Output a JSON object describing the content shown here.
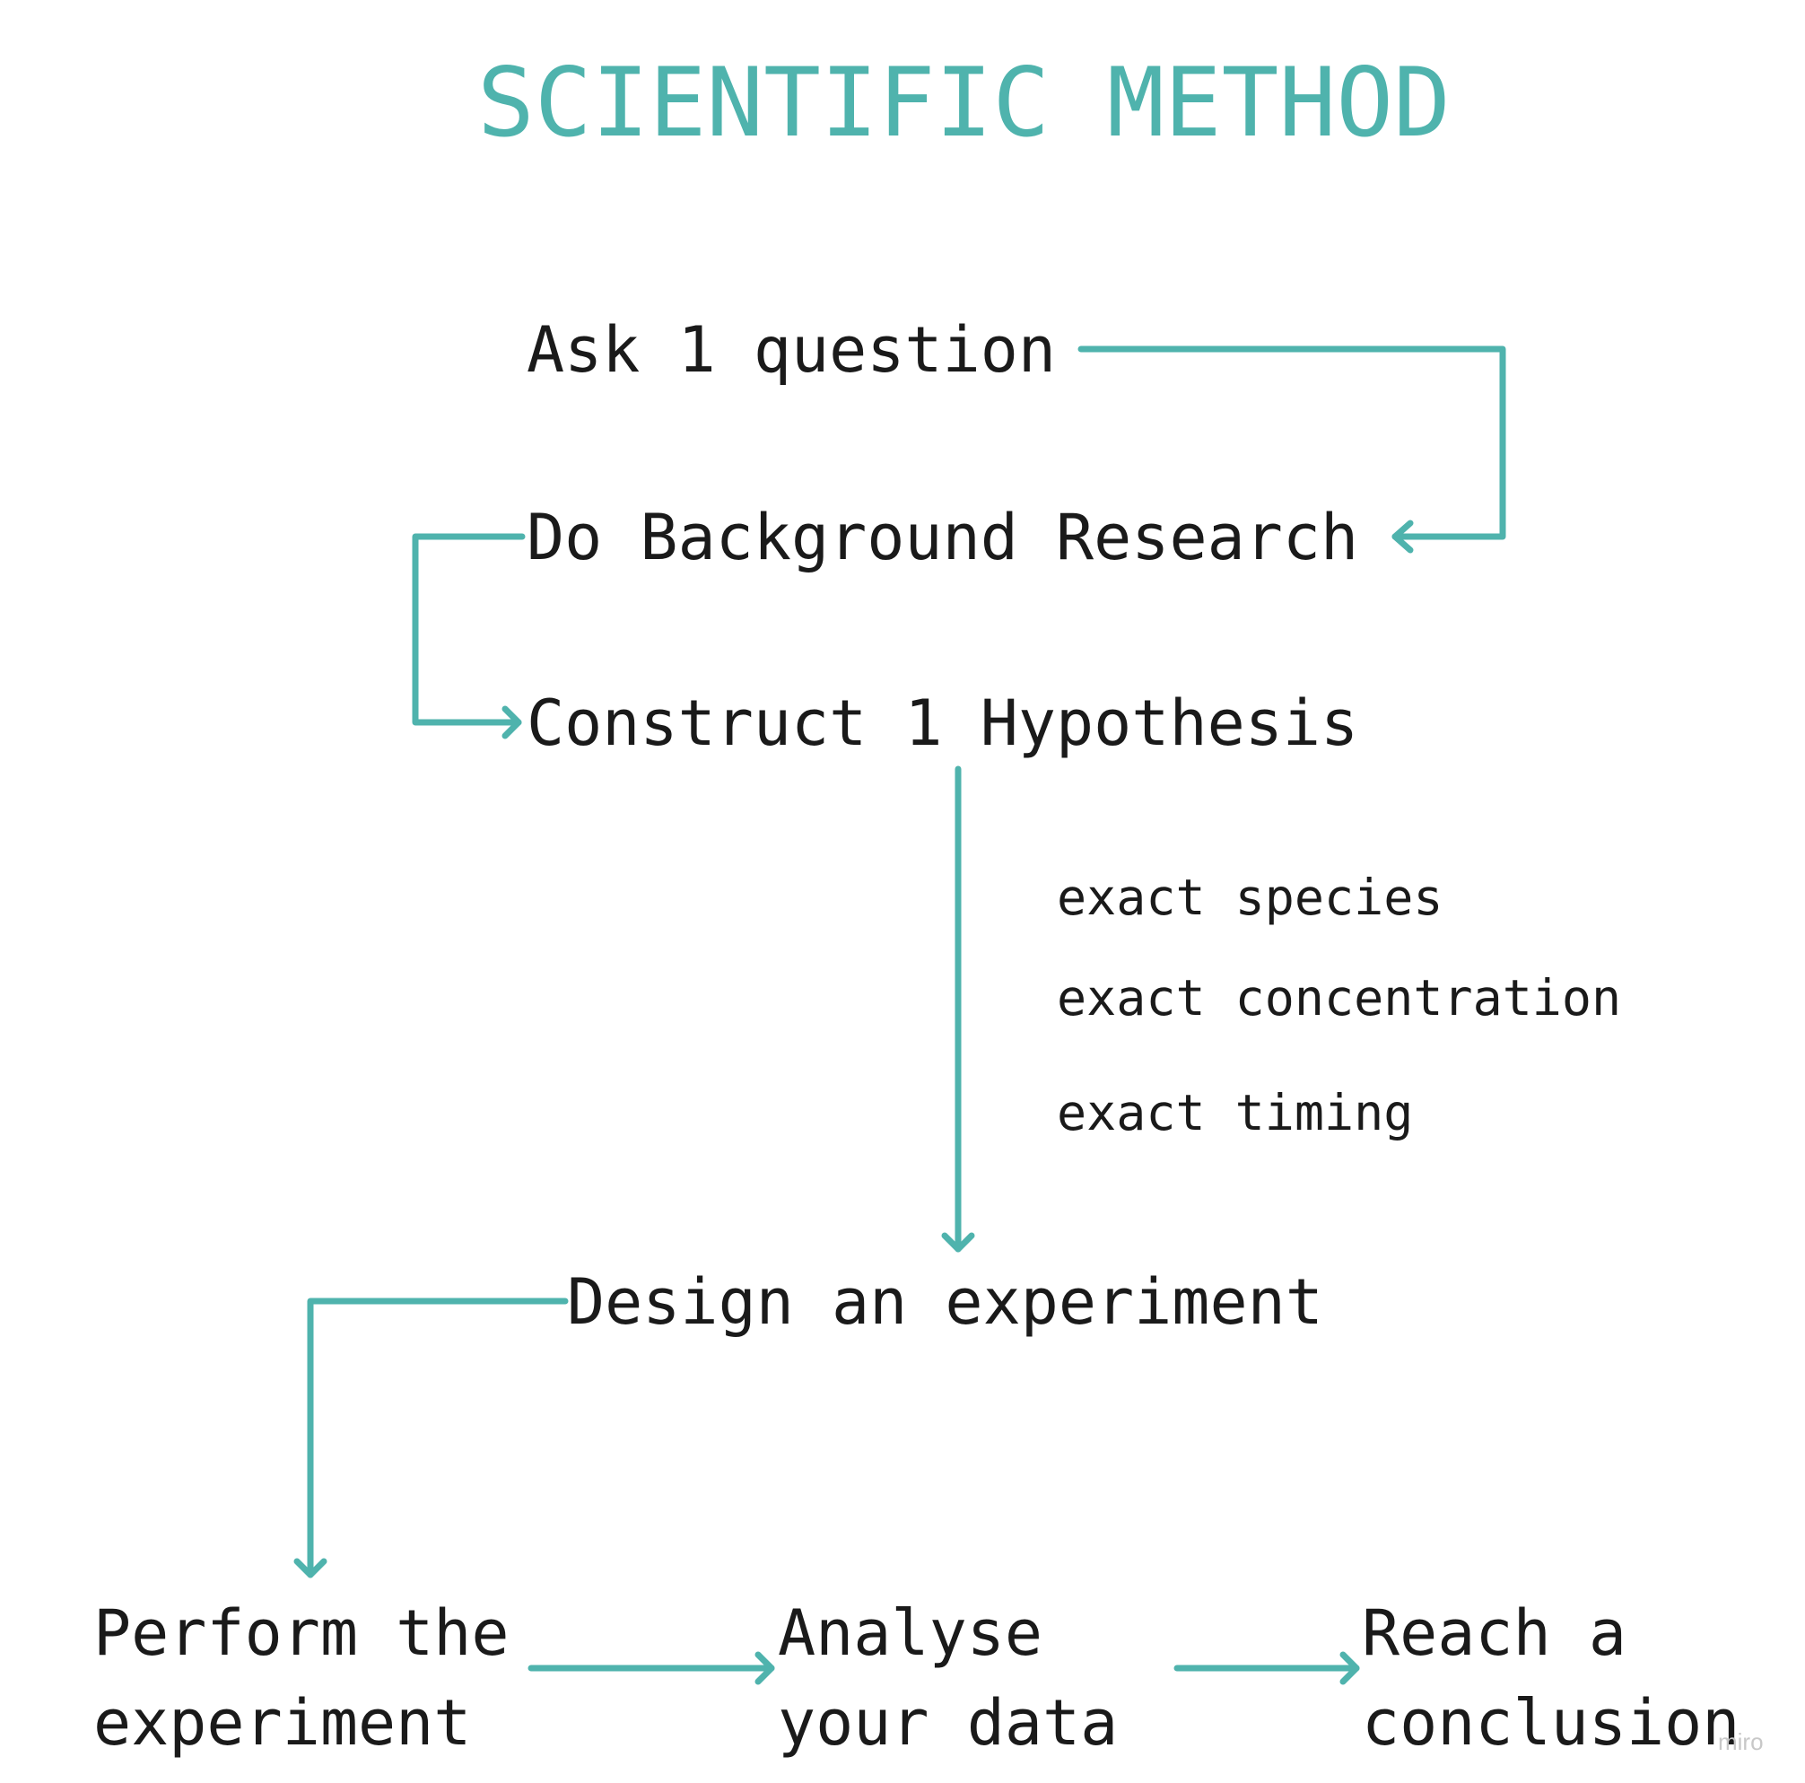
{
  "title": "SCIENTIFIC METHOD",
  "steps": {
    "ask": "Ask 1 question",
    "background": "Do Background Research",
    "hypothesis": "Construct 1 Hypothesis",
    "design": "Design an experiment",
    "perform_line1": "Perform the",
    "perform_line2": "experiment",
    "analyse_line1": "Analyse",
    "analyse_line2": "your data",
    "reach_line1": "Reach a",
    "reach_line2": "conclusion"
  },
  "notes": [
    "exact species",
    "exact concentration",
    "exact timing"
  ],
  "watermark": "miro",
  "colors": {
    "accent": "#4fb3ad",
    "text": "#1a1a1a"
  }
}
